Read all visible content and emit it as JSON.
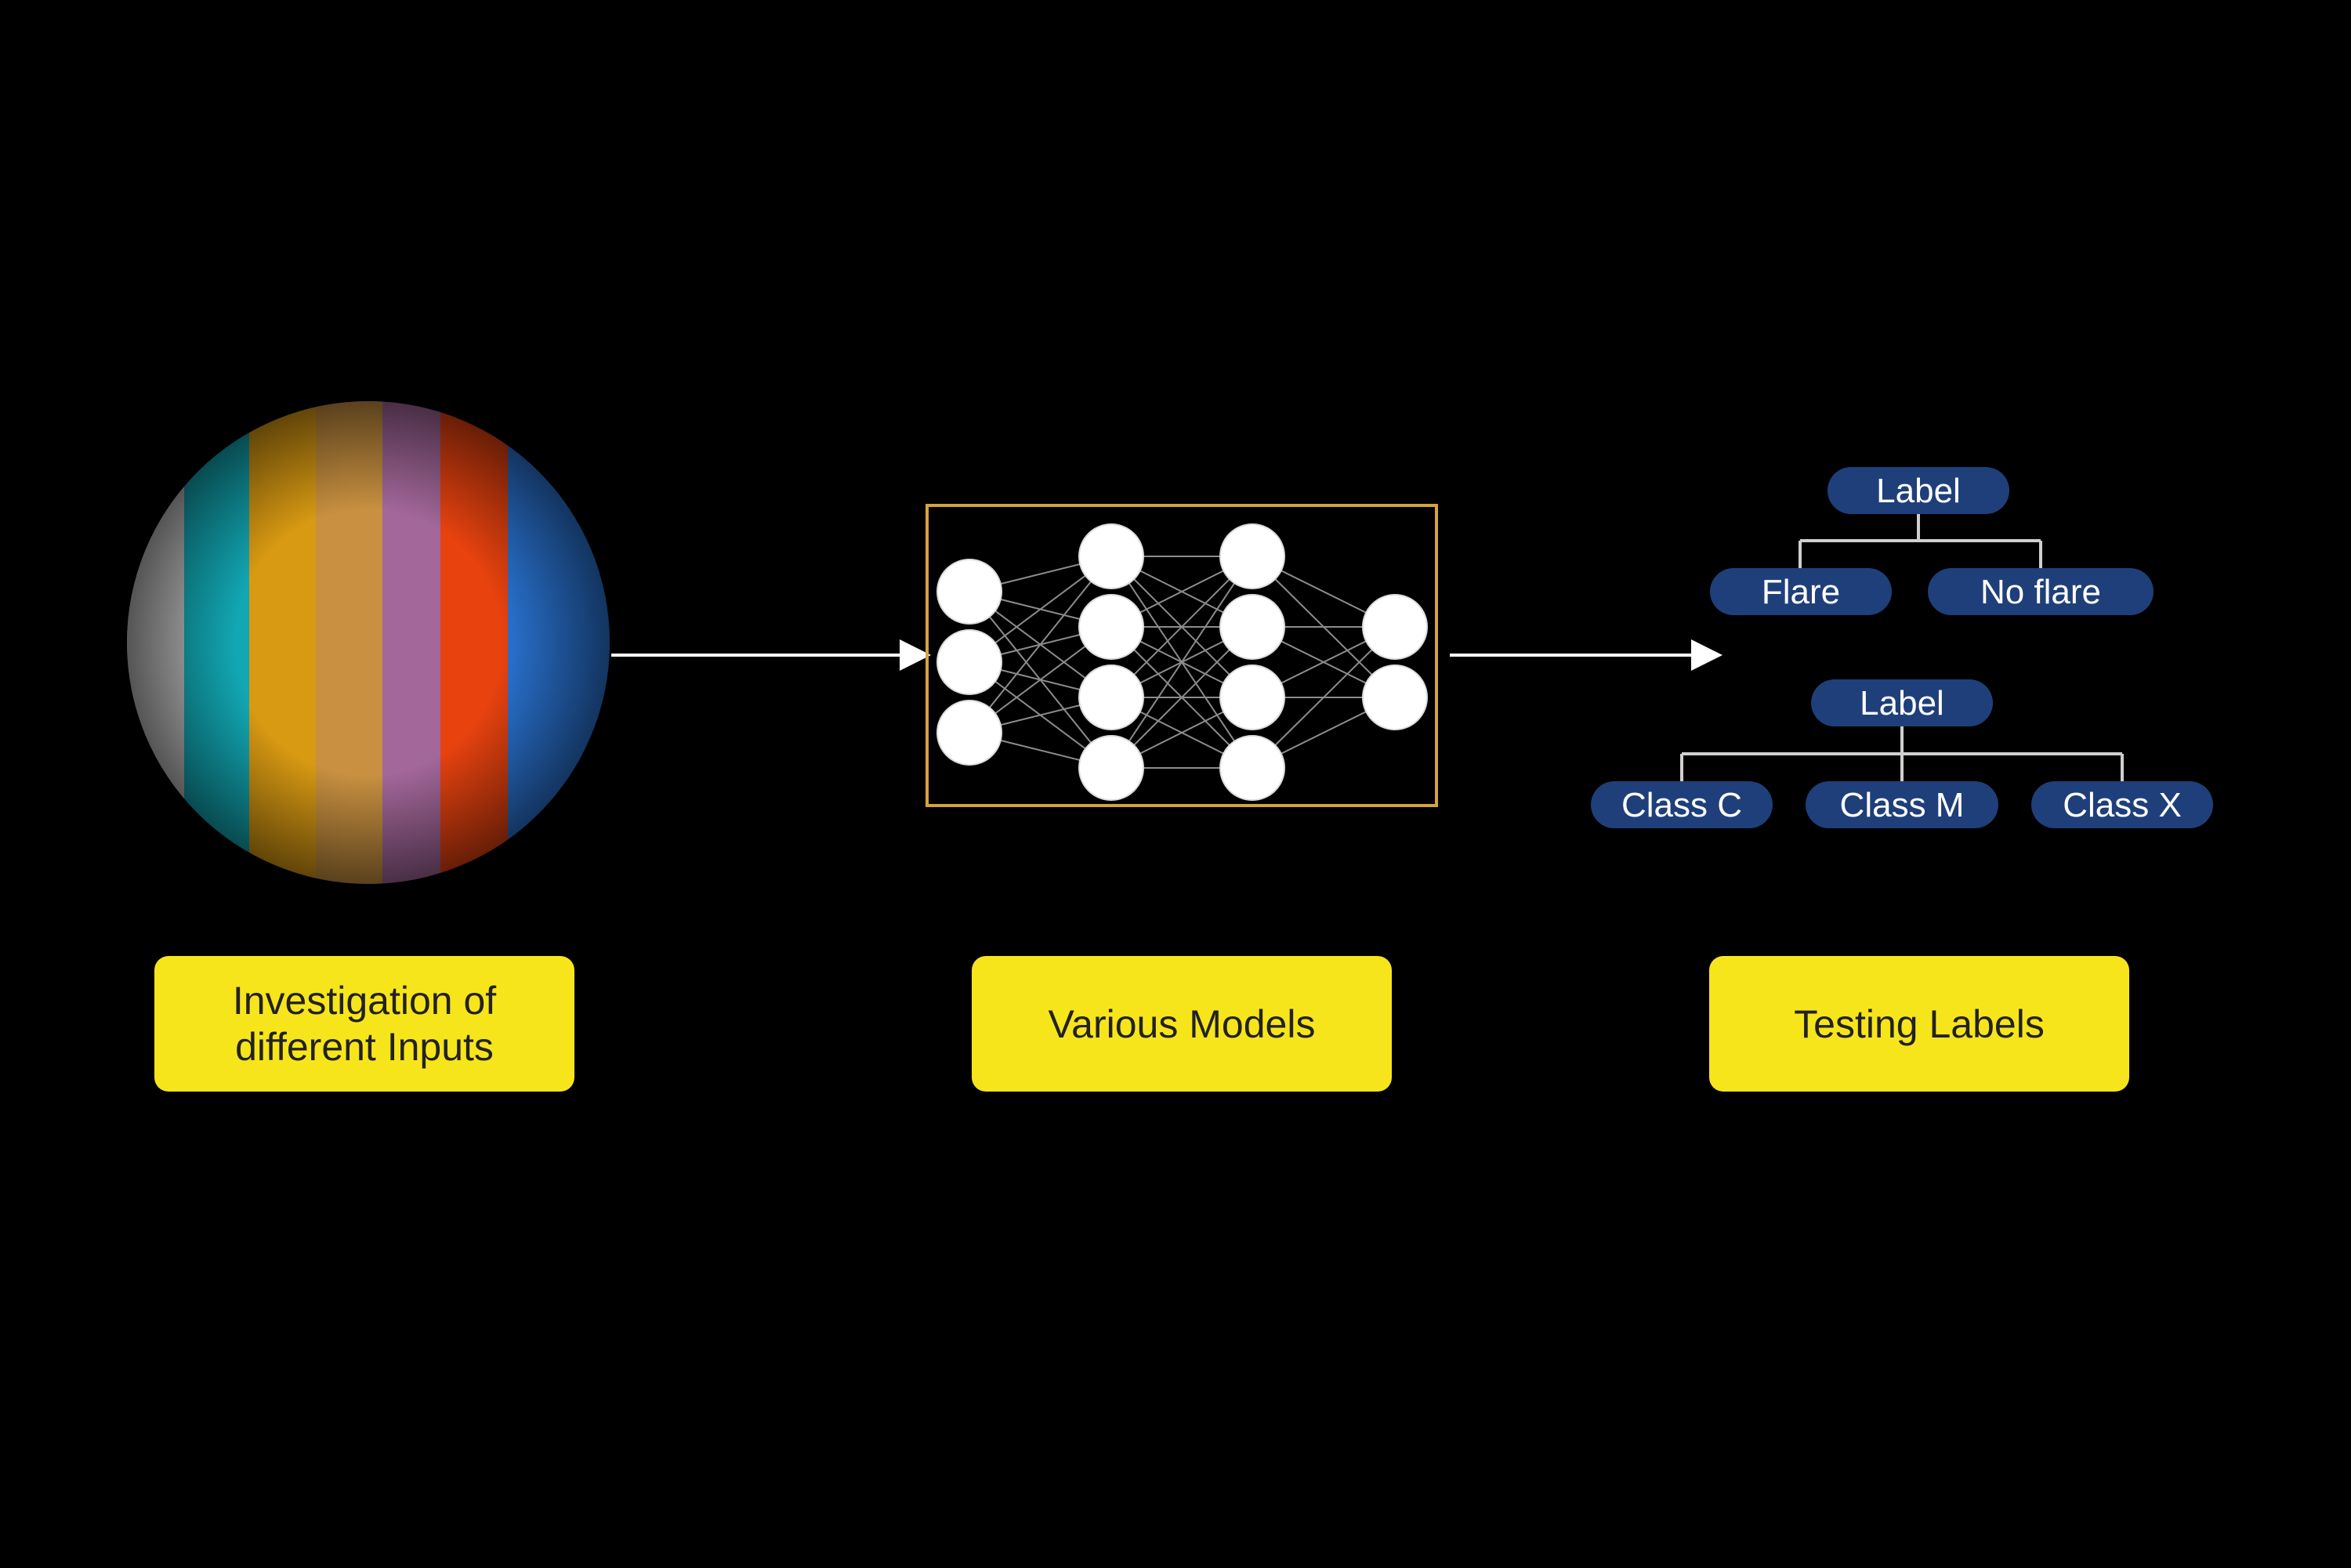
{
  "pipeline": {
    "inputs_caption": [
      "Investigation of",
      "different Inputs"
    ],
    "models_caption": "Various Models",
    "labels_caption": "Testing Labels"
  },
  "label_trees": {
    "binary": {
      "root": "Label",
      "children": [
        "Flare",
        "No flare"
      ]
    },
    "multiclass": {
      "root": "Label",
      "children": [
        "Class C",
        "Class M",
        "Class X"
      ]
    }
  },
  "network": {
    "layers": [
      3,
      4,
      4,
      2
    ]
  },
  "sun_bands": [
    "#bdbdbd",
    "#12a7b3",
    "#d99a13",
    "#c89040",
    "#a3679a",
    "#e8420f",
    "#2a74d4"
  ],
  "colors": {
    "background": "#000000",
    "caption_box": "#f7e51c",
    "pill": "#1f3f7a",
    "model_border": "#d4a43c",
    "arrow": "#ffffff"
  }
}
